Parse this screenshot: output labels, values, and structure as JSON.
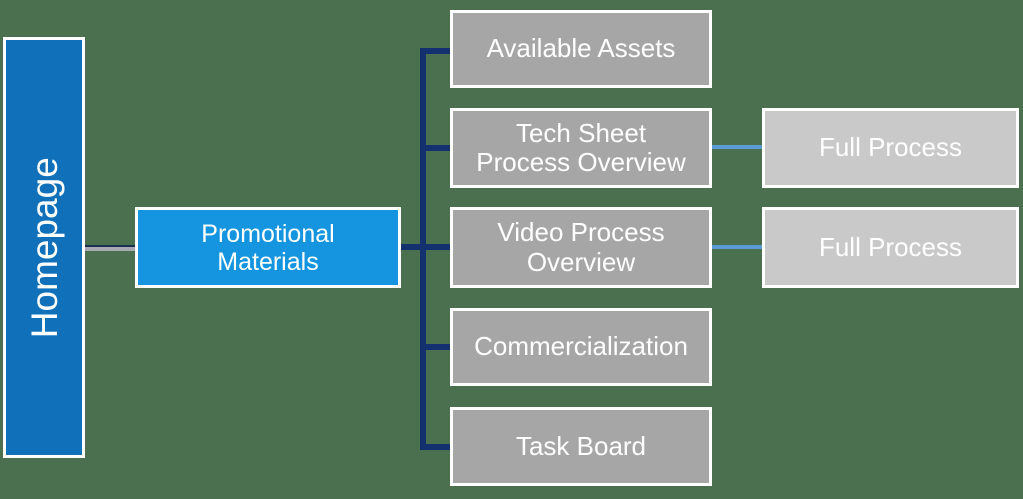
{
  "diagram": {
    "type": "org-chart",
    "background_color": "#4a7050",
    "root": {
      "label": "Homepage",
      "fill": "#1070ba",
      "text_color": "#ffffff",
      "orientation": "vertical"
    },
    "level1": {
      "label": "Promotional Materials",
      "line1": "Promotional",
      "line2": "Materials",
      "fill": "#1595df",
      "text_color": "#ffffff"
    },
    "level2_fill": "#a6a6a6",
    "level3_fill": "#c9c9c9",
    "children": [
      {
        "label": "Available Assets",
        "line1": "Available Assets",
        "line2": "",
        "child": null
      },
      {
        "label": "Tech Sheet Process Overview",
        "line1": "Tech Sheet",
        "line2": "Process Overview",
        "child": "Full Process"
      },
      {
        "label": "Video Process Overview",
        "line1": "Video Process",
        "line2": "Overview",
        "child": "Full Process"
      },
      {
        "label": "Commercialization",
        "line1": "Commercialization",
        "line2": "",
        "child": null
      },
      {
        "label": "Task Board",
        "line1": "Task Board",
        "line2": "",
        "child": null
      }
    ],
    "connector_colors": {
      "root": "#a8a8b2",
      "tree": "#12316e",
      "leaf": "#5b9bd5"
    }
  }
}
